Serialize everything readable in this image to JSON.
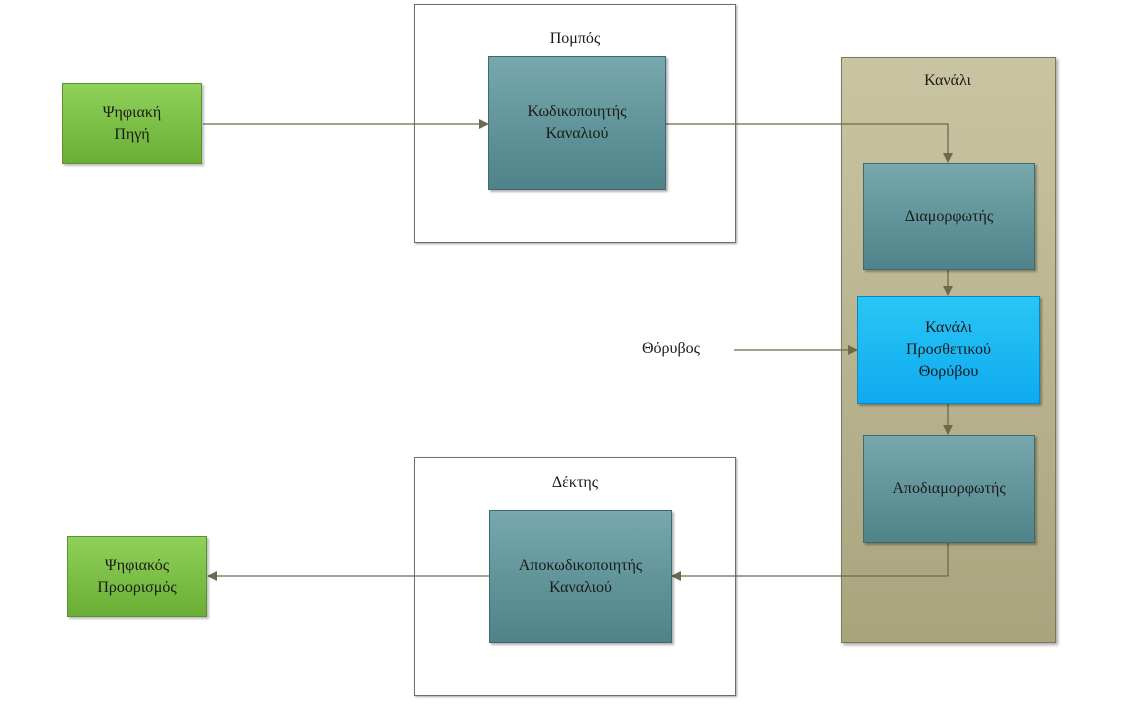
{
  "transmitter": {
    "title": "Πομπός",
    "encoder": [
      "Κωδικοποιητής",
      "Καναλιού"
    ]
  },
  "source": [
    "Ψηφιακή",
    "Πηγή"
  ],
  "channel": {
    "title": "Κανάλι",
    "modulator": "Διαμορφωτής",
    "awgn": [
      "Κανάλι",
      "Προσθετικού",
      "Θορύβου"
    ],
    "demodulator": "Αποδιαμορφωτής"
  },
  "noise": "Θόρυβος",
  "receiver": {
    "title": "Δέκτης",
    "decoder": [
      "Αποκωδικοποιητής",
      "Καναλιού"
    ]
  },
  "destination": [
    "Ψηφιακός",
    "Προορισμός"
  ],
  "colors": {
    "block_green": "#7cc046",
    "block_teal": "#5f9197",
    "block_blue": "#12b4f2",
    "channel_bg": "#bab58f",
    "arrow": "#6b6a4c"
  }
}
